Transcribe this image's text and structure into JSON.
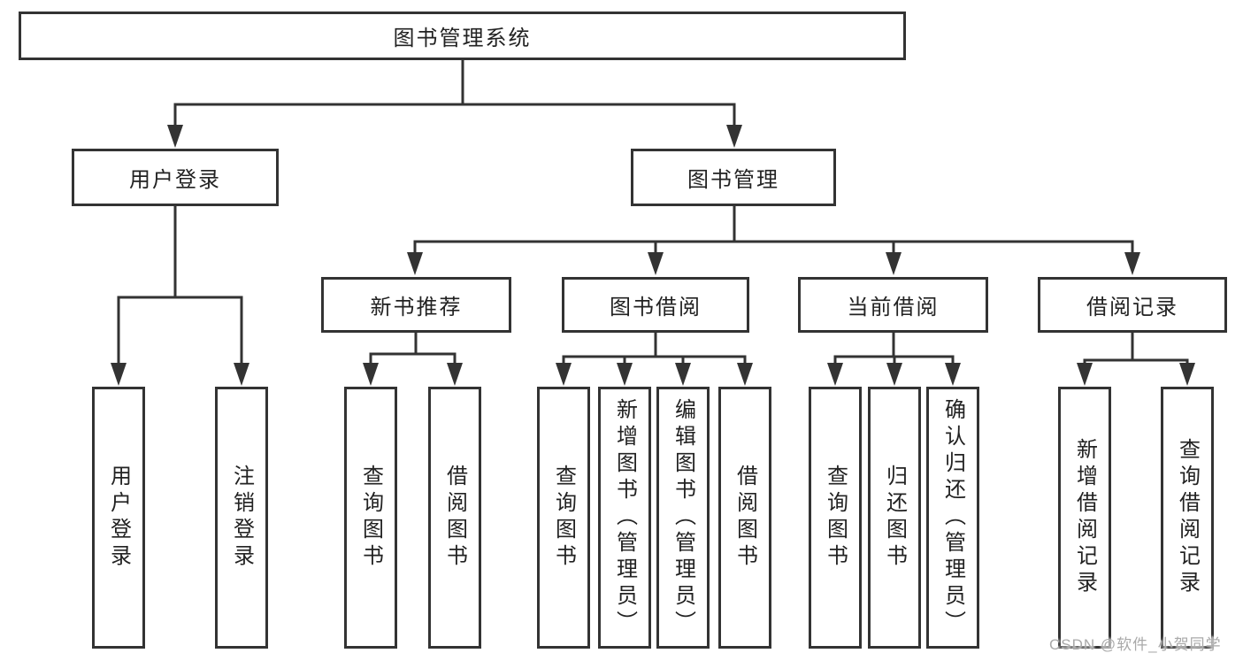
{
  "tree": {
    "label": "图书管理系统",
    "children": [
      {
        "label": "用户登录",
        "children": [
          {
            "label": "用户登录"
          },
          {
            "label": "注销登录"
          }
        ]
      },
      {
        "label": "图书管理",
        "children": [
          {
            "label": "新书推荐",
            "children": [
              {
                "label": "查询图书"
              },
              {
                "label": "借阅图书"
              }
            ]
          },
          {
            "label": "图书借阅",
            "children": [
              {
                "label": "查询图书"
              },
              {
                "label": "新增图书（管理员）"
              },
              {
                "label": "编辑图书（管理员）"
              },
              {
                "label": "借阅图书"
              }
            ]
          },
          {
            "label": "当前借阅",
            "children": [
              {
                "label": "查询图书"
              },
              {
                "label": "归还图书"
              },
              {
                "label": "确认归还（管理员）"
              }
            ]
          },
          {
            "label": "借阅记录",
            "children": [
              {
                "label": "新增借阅记录"
              },
              {
                "label": "查询借阅记录"
              }
            ]
          }
        ]
      }
    ]
  },
  "watermark": {
    "text": "CSDN @软件_小贺同学"
  },
  "colors": {
    "line": "#333333",
    "text": "#222222",
    "background": "#ffffff",
    "watermark": "#a9a9a9"
  }
}
